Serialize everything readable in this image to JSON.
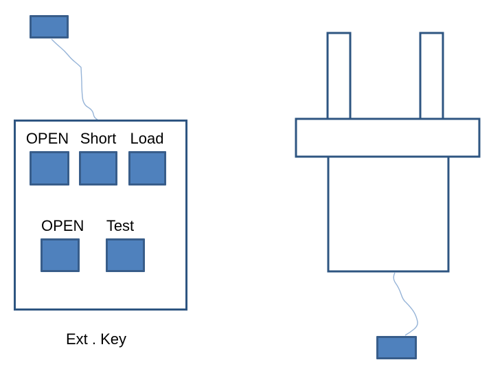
{
  "title": "External key and connector diagram",
  "panel": {
    "row1_buttons": [
      "OPEN",
      "Short",
      "Load"
    ],
    "row2_buttons": [
      "OPEN",
      "Test"
    ],
    "caption": "Ext . Key"
  },
  "connector": {
    "icon": "two-prong-plug"
  },
  "remotes": {
    "top_left": "remote-key-block",
    "bottom_right": "remote-key-block"
  },
  "colors": {
    "key_fill": "#4f81bd",
    "key_border": "#385d8a",
    "outline": "#2e5581",
    "cable": "#95b3d7",
    "text": "#000000"
  }
}
